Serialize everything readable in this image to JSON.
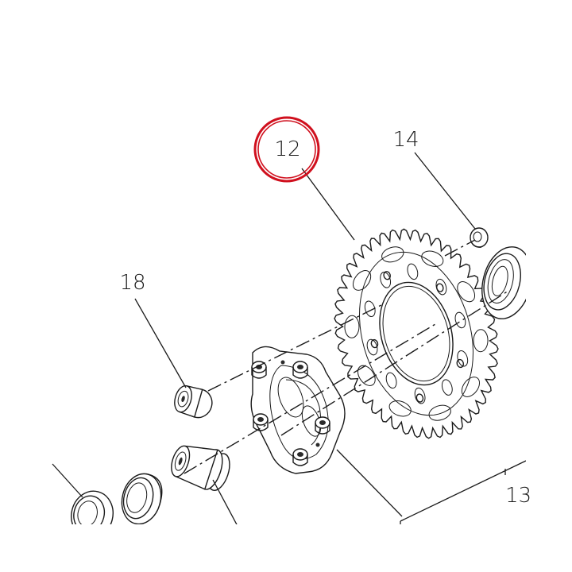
{
  "callouts": {
    "sprocket": "12",
    "spacer": "14",
    "bush": "18",
    "assembly": "13"
  },
  "highlight": {
    "target": "12",
    "color": "#d0101e"
  }
}
